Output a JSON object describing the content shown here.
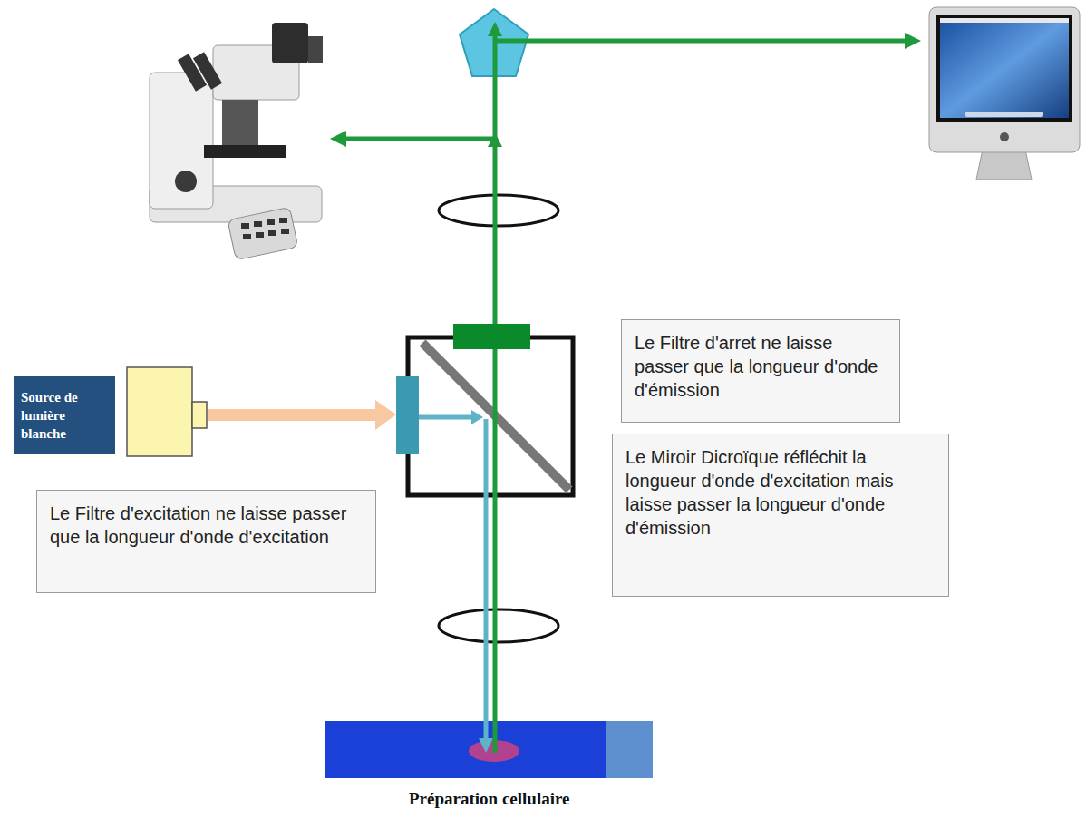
{
  "diagram": {
    "nodes": [
      {
        "text": [
          "Le Filtre d'arret ne laisse passer que la longueur d'onde d'émission"
        ]
      },
      {
        "text": [
          "Source de lumière blanche"
        ]
      },
      {
        "text": [
          "Le Miroir Dicroïque réfléchit la longueur d'onde d'excitation mais laisse passer la longueur d'onde d'émission"
        ]
      },
      {
        "text": [
          "Le Filtre d'excitation ne laisse passer que la longueur d'onde d'excitation"
        ]
      }
    ],
    "labels": [
      "Préparation cellulaire"
    ]
  }
}
